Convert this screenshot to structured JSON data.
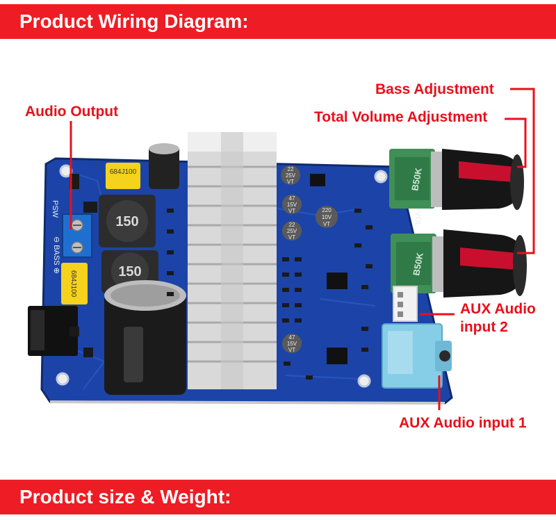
{
  "header": {
    "title": "Product Wiring Diagram:"
  },
  "footer": {
    "title": "Product size & Weight:"
  },
  "callouts": {
    "audio_output": "Audio Output",
    "bass_adjustment": "Bass Adjustment",
    "total_volume_adjustment": "Total Volume Adjustment",
    "aux_input_2_line1": "AUX Audio",
    "aux_input_2_line2": "input 2",
    "aux_input_1": "AUX Audio input 1"
  },
  "board_markings": {
    "inductor_1": "150",
    "inductor_2": "150",
    "cap_1": "684J100",
    "cap_2": "684J100",
    "pot_1": "B50K",
    "pot_2": "B50K",
    "ecap_1": [
      "22",
      "25V",
      "VT"
    ],
    "ecap_2": [
      "47",
      "15V",
      "VT"
    ],
    "ecap_3": [
      "22",
      "25V",
      "VT"
    ],
    "ecap_4": [
      "220",
      "10V",
      "VT"
    ],
    "ecap_5": [
      "47",
      "15V",
      "VT"
    ],
    "silk_bass": "⊖ BASS ⊕",
    "silk_psw": "PSW",
    "silk_vol": "VOL"
  },
  "colors": {
    "banner": "#ee1c25",
    "callout_text": "#e8101a",
    "pcb": "#1a3f9e",
    "leader_lines": "#e8101a"
  }
}
